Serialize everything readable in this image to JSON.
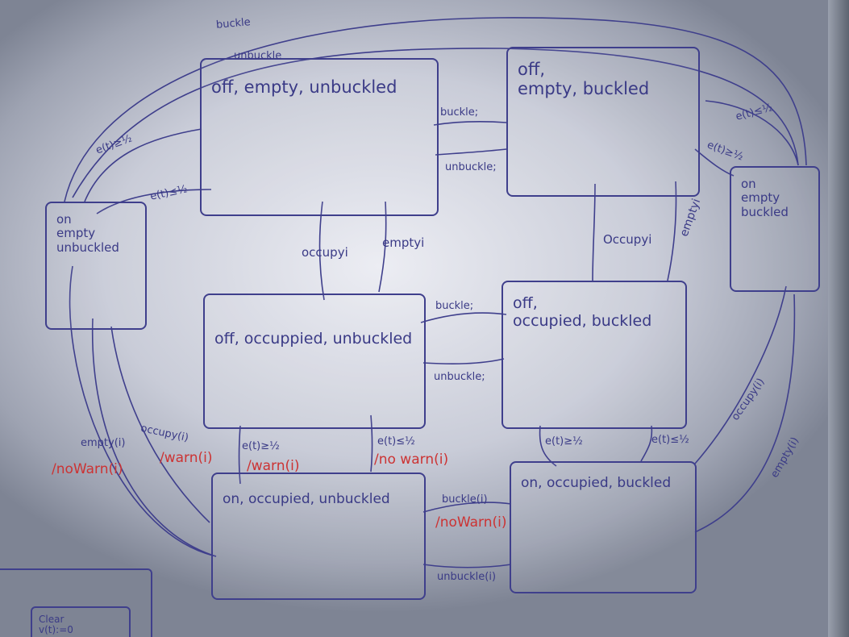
{
  "states": {
    "off_empty_unbuckled": "off, empty, unbuckled",
    "off_empty_buckled": "off,\nempty, buckled",
    "on_empty_unbuckled": "on\nempty\nunbuckled",
    "on_empty_buckled": "on\nempty\nbuckled",
    "off_occupied_unbuckled": "off, occuppied, unbuckled",
    "off_occupied_buckled": "off,\noccupied, buckled",
    "on_occupied_unbuckled": "on, occupied, unbuckled",
    "on_occupied_buckled": "on, occupied, buckled",
    "partial_box": "Clear\nv(t):=0"
  },
  "transitions": {
    "top_buckle": "buckle",
    "top_unbuckle": "unbuckle",
    "buckle_i_top": "buckle;",
    "unbuckle_i_top": "unbuckle;",
    "occupy_i_left": "occupyi",
    "empty_i_left": "emptyi",
    "occupy_i_right": "Occupyi",
    "empty_i_right": "emptyi",
    "buckle_i_mid": "buckle;",
    "unbuckle_i_mid": "unbuckle;",
    "e_ge_half_left_top": "e(t)≥½",
    "e_le_half_left_top": "e(t)≤½",
    "e_le_half_right_top": "e(t)≤½",
    "e_ge_half_right_top": "e(t)≥½",
    "empty_i_left_bottom": "empty(i)",
    "no_warn_left": "/noWarn(i)",
    "occupy_i_left_bottom": "occupy(i)",
    "warn_left": "/warn(i)",
    "e_ge_half_mid_left": "e(t)≥½",
    "warn_mid": "/warn(i)",
    "e_le_half_mid_left": "e(t)≤½",
    "no_warn_mid": "/no warn(i)",
    "e_ge_half_mid_right": "e(t)≥½",
    "e_le_half_mid_right": "e(t)≤½",
    "buckle_i_bottom": "buckle(i)",
    "no_warn_bottom": "/noWarn(i)",
    "unbuckle_i_bottom": "unbuckle(i)",
    "occupy_i_right_side": "occupy(i)",
    "empty_i_right_side": "empty(i)"
  }
}
